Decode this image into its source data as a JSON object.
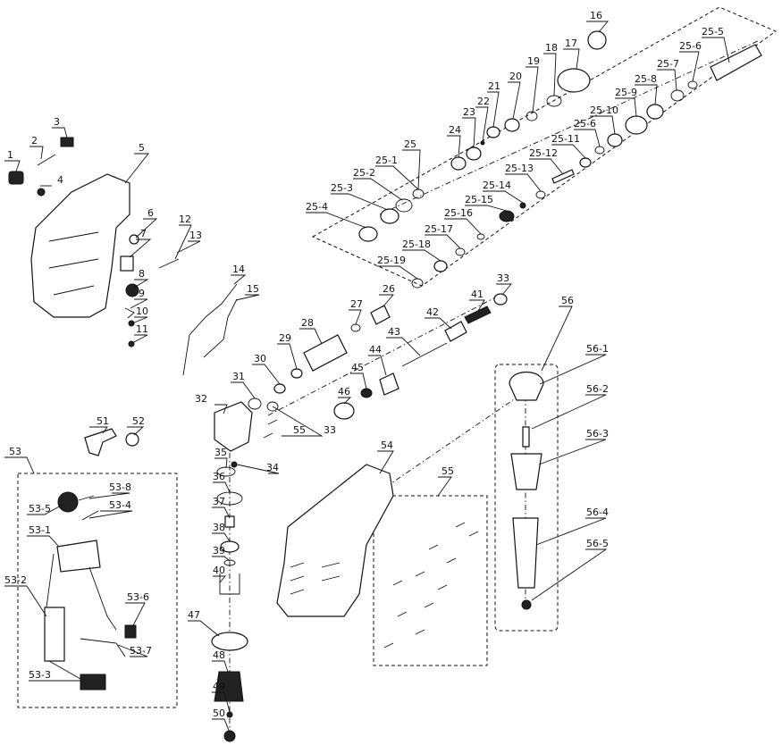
{
  "labels": {
    "p1": "1",
    "p2": "2",
    "p3": "3",
    "p4": "4",
    "p5": "5",
    "p6": "6",
    "p7": "7",
    "p8": "8",
    "p9": "9",
    "p10": "10",
    "p11": "11",
    "p12": "12",
    "p13": "13",
    "p14": "14",
    "p15": "15",
    "p16": "16",
    "p17": "17",
    "p18": "18",
    "p19": "19",
    "p20": "20",
    "p21": "21",
    "p22": "22",
    "p23": "23",
    "p24": "24",
    "p25": "25",
    "p26": "26",
    "p27": "27",
    "p28": "28",
    "p29": "29",
    "p30": "30",
    "p31": "31",
    "p32": "32",
    "p33a": "33",
    "p33b": "33",
    "p34": "34",
    "p35": "35",
    "p36": "36",
    "p37": "37",
    "p38": "38",
    "p39": "39",
    "p40": "40",
    "p41": "41",
    "p42": "42",
    "p43": "43",
    "p44": "44",
    "p45": "45",
    "p46": "46",
    "p47": "47",
    "p48": "48",
    "p49": "49",
    "p50": "50",
    "p51": "51",
    "p52": "52",
    "p53": "53",
    "p54": "54",
    "p55a": "55",
    "p55b": "55",
    "p56": "56",
    "p25_1": "25-1",
    "p25_2": "25-2",
    "p25_3": "25-3",
    "p25_4": "25-4",
    "p25_5": "25-5",
    "p25_6a": "25-6",
    "p25_6b": "25-6",
    "p25_7": "25-7",
    "p25_8": "25-8",
    "p25_9": "25-9",
    "p25_10": "25-10",
    "p25_11": "25-11",
    "p25_12": "25-12",
    "p25_13": "25-13",
    "p25_14": "25-14",
    "p25_15": "25-15",
    "p25_16": "25-16",
    "p25_17": "25-17",
    "p25_18": "25-18",
    "p25_19": "25-19",
    "p53_1": "53-1",
    "p53_2": "53-2",
    "p53_3": "53-3",
    "p53_4": "53-4",
    "p53_5": "53-5",
    "p53_6": "53-6",
    "p53_7": "53-7",
    "p53_8": "53-8",
    "p56_1": "56-1",
    "p56_2": "56-2",
    "p56_3": "56-3",
    "p56_4": "56-4",
    "p56_5": "56-5"
  },
  "colors": {
    "ink": "#111111",
    "paper": "#ffffff"
  }
}
